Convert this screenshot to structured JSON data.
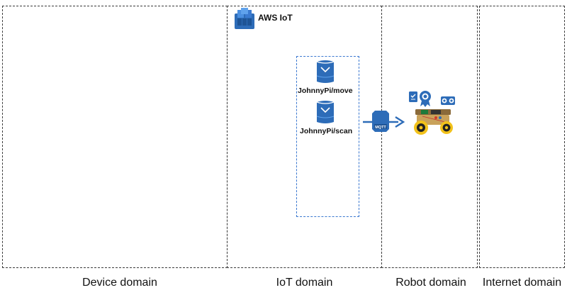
{
  "aws_iot": {
    "label": "AWS IoT",
    "icon": "aws-iot-icon",
    "color": "#2d6cb8"
  },
  "topics": [
    {
      "label": "JohnnyPi/move",
      "icon": "iot-topic-icon"
    },
    {
      "label": "JohnnyPi/scan",
      "icon": "iot-topic-icon"
    }
  ],
  "mqtt": {
    "label": "MQTT",
    "icon": "mqtt-protocol-icon",
    "arrow_color": "#2d6cb8"
  },
  "robot": {
    "icon": "robot-car-icon",
    "badge_icons": [
      "checklist-icon",
      "certificate-icon",
      "sensor-icon"
    ]
  },
  "domains": [
    {
      "label": "Device domain"
    },
    {
      "label": "IoT domain"
    },
    {
      "label": "Robot domain"
    },
    {
      "label": "Internet domain"
    }
  ]
}
